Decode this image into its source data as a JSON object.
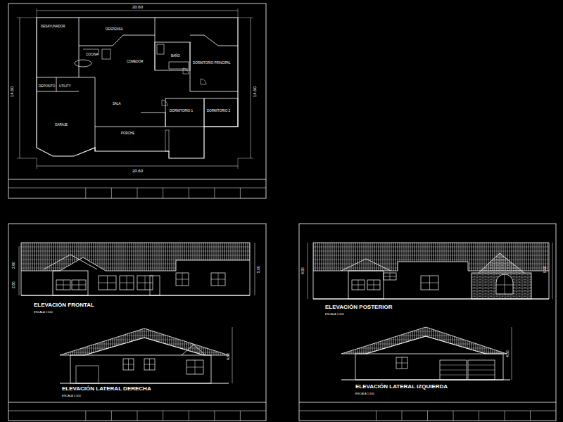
{
  "diagram": {
    "labels": [
      "20.60",
      "DESAYUNADOR",
      "DESPENSA",
      "COCINA",
      "COMEDOR",
      "BAÑO",
      "DORMITORIO PRINCIPAL",
      "DEPOSITO",
      "UTILITY",
      "GARAJE",
      "SALA",
      "PORCHE",
      "DORMITORIO 1",
      "DORMITORIO 2",
      "20.60",
      "14.60",
      "14.60",
      "ELEVACIÓN FRONTAL",
      "ESCALA 1:100",
      "ELEVACIÓN LATERAL DERECHA",
      "ESCALA 1:100",
      "ELEVACIÓN POSTERIOR",
      "ESCALA 1:100",
      "ELEVACIÓN LATERAL IZQUIERDA",
      "ESCALA 1:100",
      "2.60",
      "2.80",
      "5.00",
      "4.80",
      "5.00",
      "4.60",
      "4.50"
    ]
  }
}
